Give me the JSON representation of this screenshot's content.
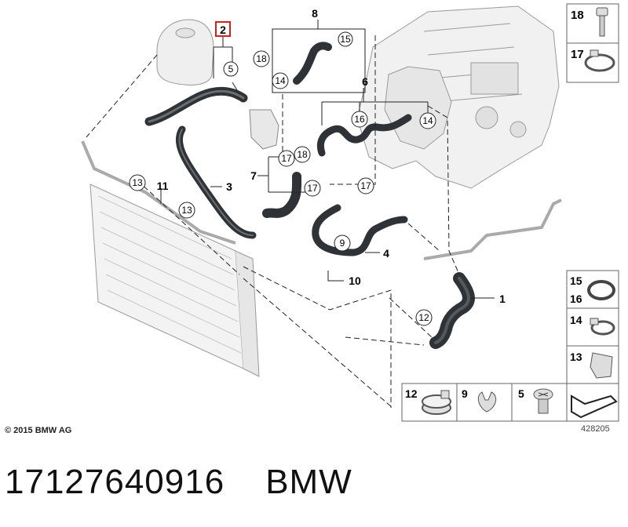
{
  "diagram": {
    "callouts": {
      "c1": "1",
      "c2": "2",
      "c3": "3",
      "c4": "4",
      "c5": "5",
      "c6": "6",
      "c7": "7",
      "c8": "8",
      "c9": "9",
      "c10": "10",
      "c11": "11",
      "c12": "12",
      "c13a": "13",
      "c13b": "13",
      "c14a": "14",
      "c14b": "14",
      "c15": "15",
      "c16": "16",
      "c17a": "17",
      "c17b": "17",
      "c17c": "17",
      "c18": "18"
    },
    "legend": {
      "item18": "18",
      "item17": "17",
      "item15": "15",
      "item16": "16",
      "item14": "14",
      "item13": "13",
      "item12": "12",
      "item9": "9",
      "item5": "5"
    },
    "copyright": "© 2015 BMW AG",
    "reference_number": "428205"
  },
  "footer": {
    "part_number": "17127640916",
    "brand": "BMW"
  }
}
